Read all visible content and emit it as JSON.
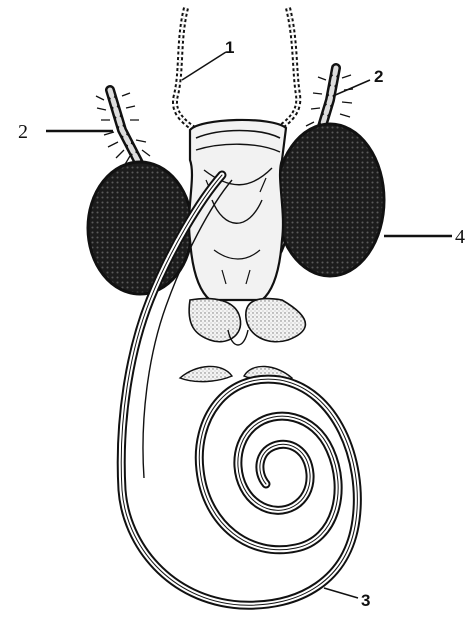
{
  "labels": {
    "antenna": "1",
    "palp_left": "2",
    "palp_right": "2",
    "proboscis": "3",
    "compound_eye": "4"
  },
  "colors": {
    "ink": "#111111",
    "eye_fill": "#1a1a1a",
    "stipple": "#6e6e6e",
    "paper": "#ffffff"
  }
}
